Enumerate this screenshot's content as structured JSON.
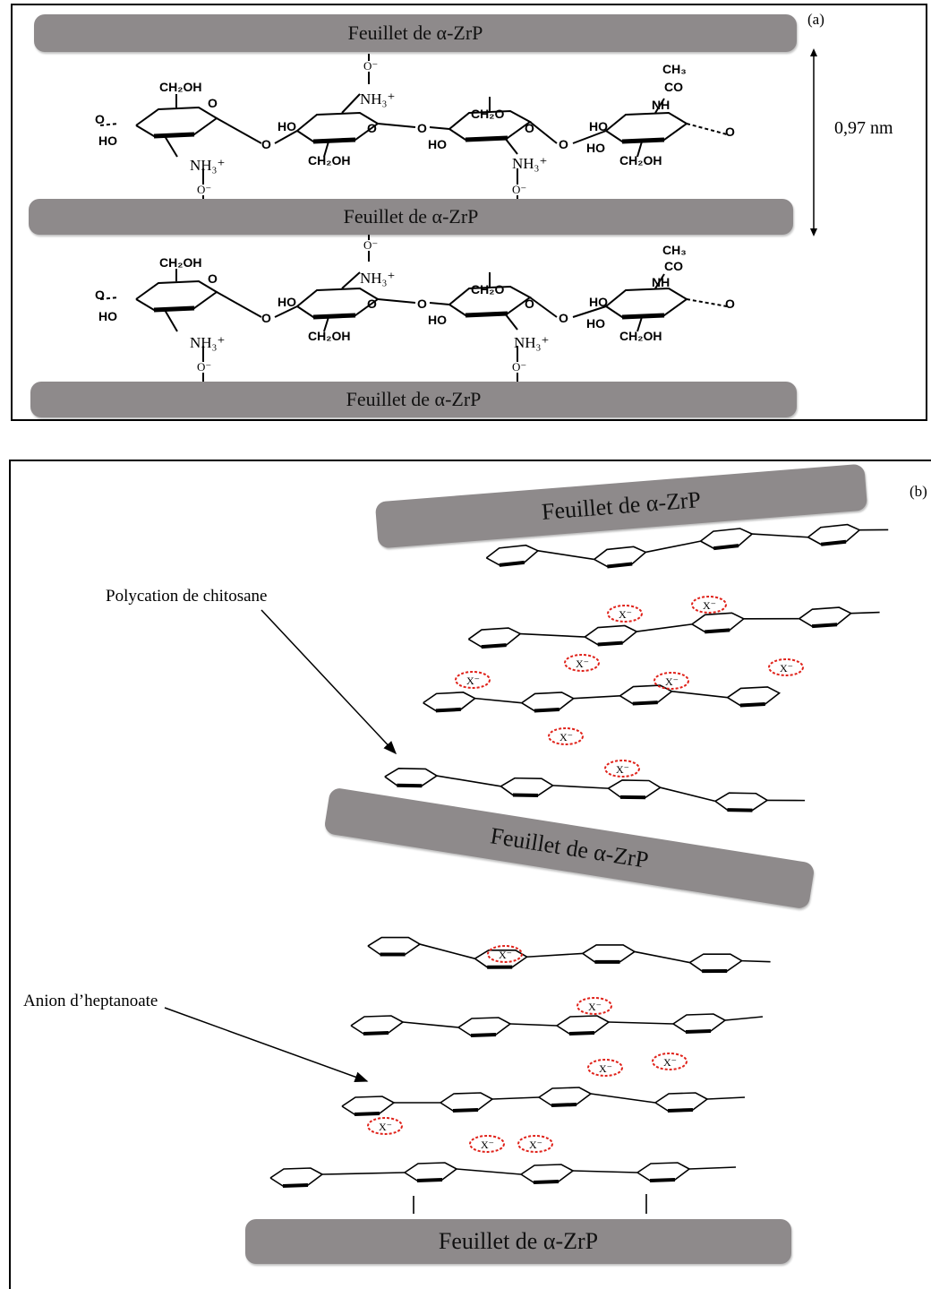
{
  "panel_a": {
    "label": "(a)",
    "sheet_label": "Feuillet de α-ZrP",
    "spacing_label": "0,97 nm",
    "chain": {
      "o_minus": "O⁻",
      "nh3_plus": "NH₃⁺",
      "ch2oh": "CH₂OH",
      "ch2o": "CH₂O",
      "ho": "HO",
      "o": "O",
      "ch3": "CH₃",
      "co": "CO",
      "nh": "NH"
    }
  },
  "panel_b": {
    "label": "(b)",
    "sheet_label": "Feuillet de α-ZrP",
    "annotation_polycation": "Polycation de chitosane",
    "annotation_anion": "Anion d’heptanoate",
    "anion_symbol": "X⁻"
  },
  "colors": {
    "sheet": "#8e8a8b",
    "anion_ring": "#e0221a",
    "ink": "#000000"
  }
}
